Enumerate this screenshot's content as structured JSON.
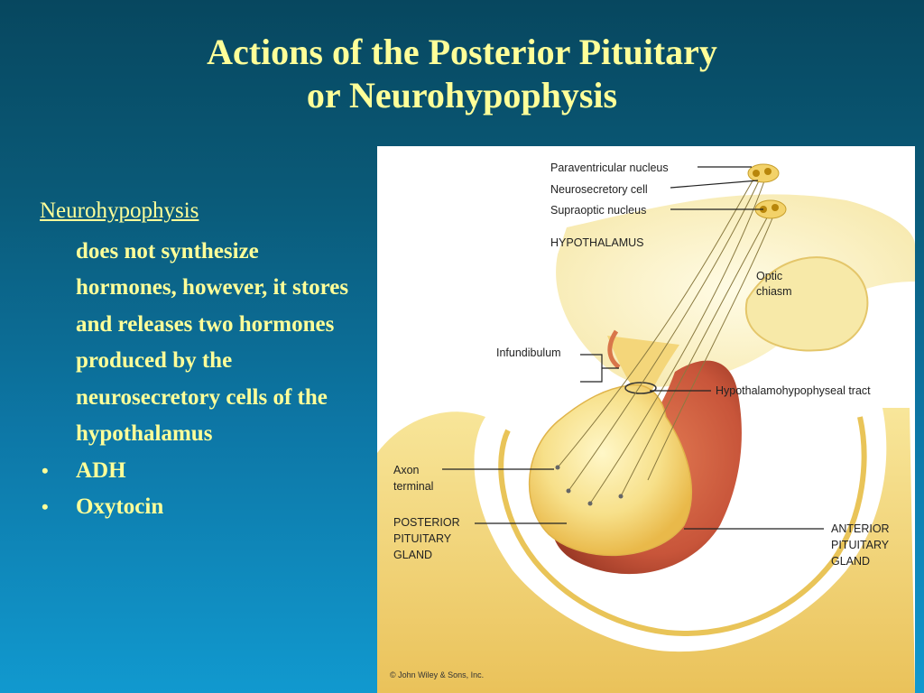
{
  "title": {
    "line1": "Actions of the Posterior Pituitary",
    "line2": "or Neurohypophysis"
  },
  "text": {
    "heading": "Neurohypophysis",
    "description": "does not synthesize hormones, however, it stores and releases two hormones produced by the neurosecretory cells of the hypothalamus",
    "bullets": [
      "ADH",
      "Oxytocin"
    ]
  },
  "figure": {
    "labels": {
      "paraventricular": "Paraventricular nucleus",
      "neurosecretory": "Neurosecretory cell",
      "supraoptic": "Supraoptic nucleus",
      "hypothalamus": "HYPOTHALAMUS",
      "optic_1": "Optic",
      "optic_2": "chiasm",
      "infundibulum": "Infundibulum",
      "tract": "Hypothalamohypophyseal tract",
      "axon_1": "Axon",
      "axon_2": "terminal",
      "posterior_1": "POSTERIOR",
      "posterior_2": "PITUITARY",
      "posterior_3": "GLAND",
      "anterior_1": "ANTERIOR",
      "anterior_2": "PITUITARY",
      "anterior_3": "GLAND"
    },
    "copyright": "© John Wiley & Sons, Inc."
  },
  "colors": {
    "title_text": "#ffff99",
    "posterior_gland": "#f7e08a",
    "anterior_gland": "#c8553a",
    "bone": "#f4dc7a"
  }
}
